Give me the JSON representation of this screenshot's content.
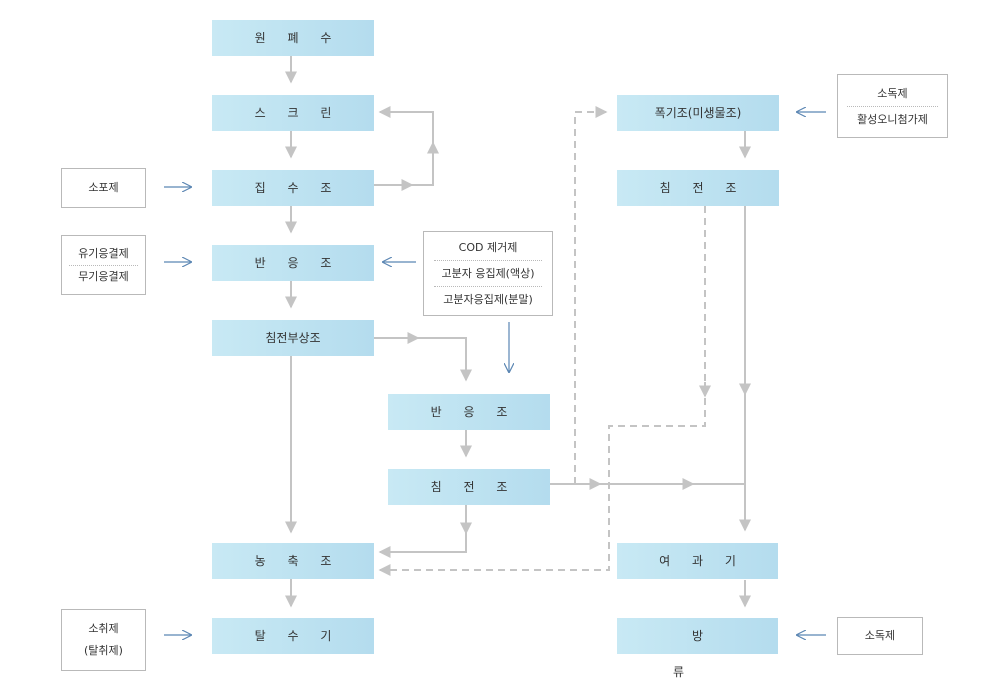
{
  "processes": {
    "raw_water": "원 폐 수",
    "screen": "스 크 린",
    "collection_tank": "집 수 조",
    "reaction_tank_1": "반 응 조",
    "sedimentation_flotation": "침전부상조",
    "reaction_tank_2": "반 응 조",
    "sedimentation_1": "침 전 조",
    "thickener": "농 축 조",
    "dehydrator": "탈 수 기",
    "aeration_tank": "폭기조(미생물조)",
    "sedimentation_2": "침 전 조",
    "filter": "여 과 기",
    "discharge": "방 류"
  },
  "chemicals": {
    "defoamer": [
      "소포제"
    ],
    "coagulants": [
      "유기응결제",
      "무기응결제"
    ],
    "cod_agents": [
      "COD 제거제",
      "고분자 응집제(액상)",
      "고분자응집제(분말)"
    ],
    "disinfectant_top": [
      "소독제",
      "활성오니첨가제"
    ],
    "deodorant": [
      "소취제",
      "(탈취제)"
    ],
    "disinfectant_bottom": [
      "소독제"
    ]
  },
  "colors": {
    "process_fill_start": "#c8e9f4",
    "process_fill_end": "#b4dcee",
    "flow_line": "#c4c4c4",
    "chemical_arrow": "#5b86b3",
    "box_border": "#b9b9b9"
  }
}
